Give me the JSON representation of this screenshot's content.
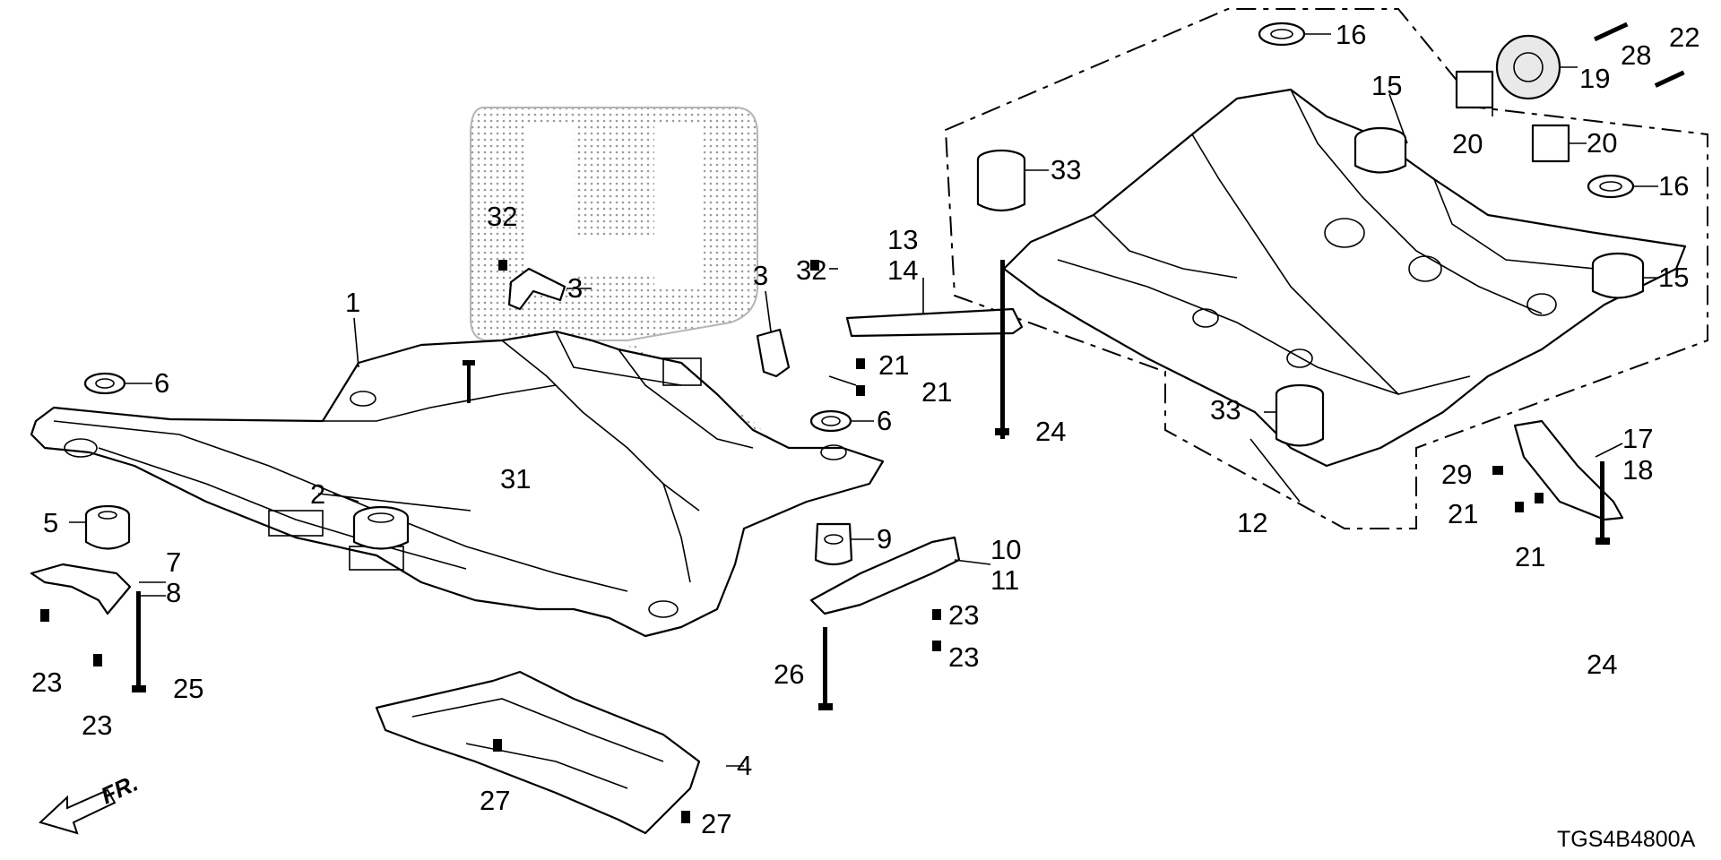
{
  "callouts": {
    "c1": "1",
    "c2": "2",
    "c3a": "3",
    "c3b": "3",
    "c4": "4",
    "c5": "5",
    "c6a": "6",
    "c6b": "6",
    "c7": "7",
    "c8": "8",
    "c9": "9",
    "c10": "10",
    "c11": "11",
    "c12": "12",
    "c13": "13",
    "c14": "14",
    "c15a": "15",
    "c15b": "15",
    "c16a": "16",
    "c16b": "16",
    "c17": "17",
    "c18": "18",
    "c19": "19",
    "c20a": "20",
    "c20b": "20",
    "c21a": "21",
    "c21b": "21",
    "c21c": "21",
    "c21d": "21",
    "c22": "22",
    "c23a": "23",
    "c23b": "23",
    "c23c": "23",
    "c23d": "23",
    "c24a": "24",
    "c24b": "24",
    "c25": "25",
    "c26": "26",
    "c27a": "27",
    "c27b": "27",
    "c28": "28",
    "c29": "29",
    "c31": "31",
    "c32a": "32",
    "c32b": "32",
    "c33a": "33",
    "c33b": "33"
  },
  "direction_label": "FR.",
  "diagram_code": "TGS4B4800A",
  "icons": {
    "logo": "honda-h-logo-watermark",
    "arrow": "front-direction-arrow"
  }
}
